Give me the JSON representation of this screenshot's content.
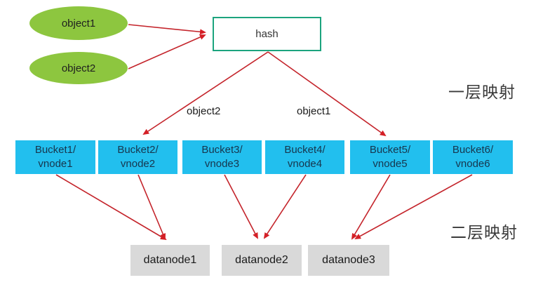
{
  "diagram": {
    "nodes": {
      "objects": [
        {
          "label": "object1"
        },
        {
          "label": "object2"
        }
      ],
      "hash": {
        "label": "hash"
      },
      "buckets": [
        {
          "line1": "Bucket1/",
          "line2": "vnode1"
        },
        {
          "line1": "Bucket2/",
          "line2": "vnode2"
        },
        {
          "line1": "Bucket3/",
          "line2": "vnode3"
        },
        {
          "line1": "Bucket4/",
          "line2": "vnode4"
        },
        {
          "line1": "Bucket5/",
          "line2": "vnode5"
        },
        {
          "line1": "Bucket6/",
          "line2": "vnode6"
        }
      ],
      "datanodes": [
        {
          "label": "datanode1"
        },
        {
          "label": "datanode2"
        },
        {
          "label": "datanode3"
        }
      ]
    },
    "edge_labels": {
      "left": "object2",
      "right": "object1"
    },
    "annotations": {
      "layer1": "一层映射",
      "layer2": "二层映射"
    },
    "edges": [
      {
        "from": "object1",
        "to": "hash"
      },
      {
        "from": "object2",
        "to": "hash"
      },
      {
        "from": "hash",
        "to": "Bucket2/vnode2",
        "label": "object2"
      },
      {
        "from": "hash",
        "to": "Bucket5/vnode5",
        "label": "object1"
      },
      {
        "from": "Bucket1/vnode1",
        "to": "datanode1"
      },
      {
        "from": "Bucket2/vnode2",
        "to": "datanode1"
      },
      {
        "from": "Bucket3/vnode3",
        "to": "datanode2"
      },
      {
        "from": "Bucket4/vnode4",
        "to": "datanode2"
      },
      {
        "from": "Bucket5/vnode5",
        "to": "datanode3"
      },
      {
        "from": "Bucket6/vnode6",
        "to": "datanode3"
      }
    ],
    "colors": {
      "object_fill": "#8DC63F",
      "bucket_fill": "#22BFEE",
      "bucket_text": "#17364E",
      "hash_border": "#1CA47E",
      "datanode_fill": "#D9D9D9",
      "arrow": "#C4242B"
    }
  }
}
